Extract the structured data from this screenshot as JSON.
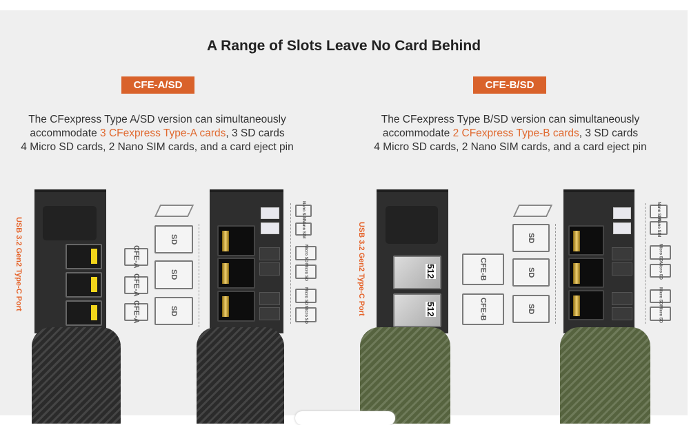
{
  "heading": "A Range of Slots Leave No Card Behind",
  "accent_color": "#d9622b",
  "versions": [
    {
      "badge": "CFE-A/SD",
      "desc_pre": "The CFexpress Type A/SD version can simultaneously",
      "desc_line2_pre": "accommodate ",
      "desc_highlight": "3 CFexpress Type-A cards",
      "desc_line2_post": ", 3 SD cards",
      "desc_line3": "4 Micro SD cards, 2 Nano SIM cards, and a card eject pin",
      "port_label": "USB 3.2 Gen2 Type-C Port",
      "card_labels": [
        "CFE-A",
        "CFE-A",
        "CFE-A"
      ],
      "sd_labels": [
        "SD",
        "SD",
        "SD"
      ],
      "sim_labels": [
        "Nano SIM",
        "Nano SIM"
      ],
      "micro_labels": [
        "Micro SD",
        "Micro SD",
        "Micro SD",
        "Micro SD"
      ]
    },
    {
      "badge": "CFE-B/SD",
      "desc_pre": "The CFexpress Type B/SD version can simultaneously",
      "desc_line2_pre": "accommodate ",
      "desc_highlight": "2 CFexpress Type-B cards",
      "desc_line2_post": ", 3 SD cards",
      "desc_line3": "4 Micro SD cards, 2 Nano SIM cards, and a card eject pin",
      "port_label": "USB 3.2 Gen2 Type-C Port",
      "card_labels": [
        "CFE-B",
        "CFE-B"
      ],
      "sd_labels": [
        "SD",
        "SD",
        "SD"
      ],
      "sim_labels": [
        "Nano SIM",
        "Nano SIM"
      ],
      "micro_labels": [
        "Micro SD",
        "Micro SD",
        "Micro SD",
        "Micro SD"
      ]
    }
  ]
}
